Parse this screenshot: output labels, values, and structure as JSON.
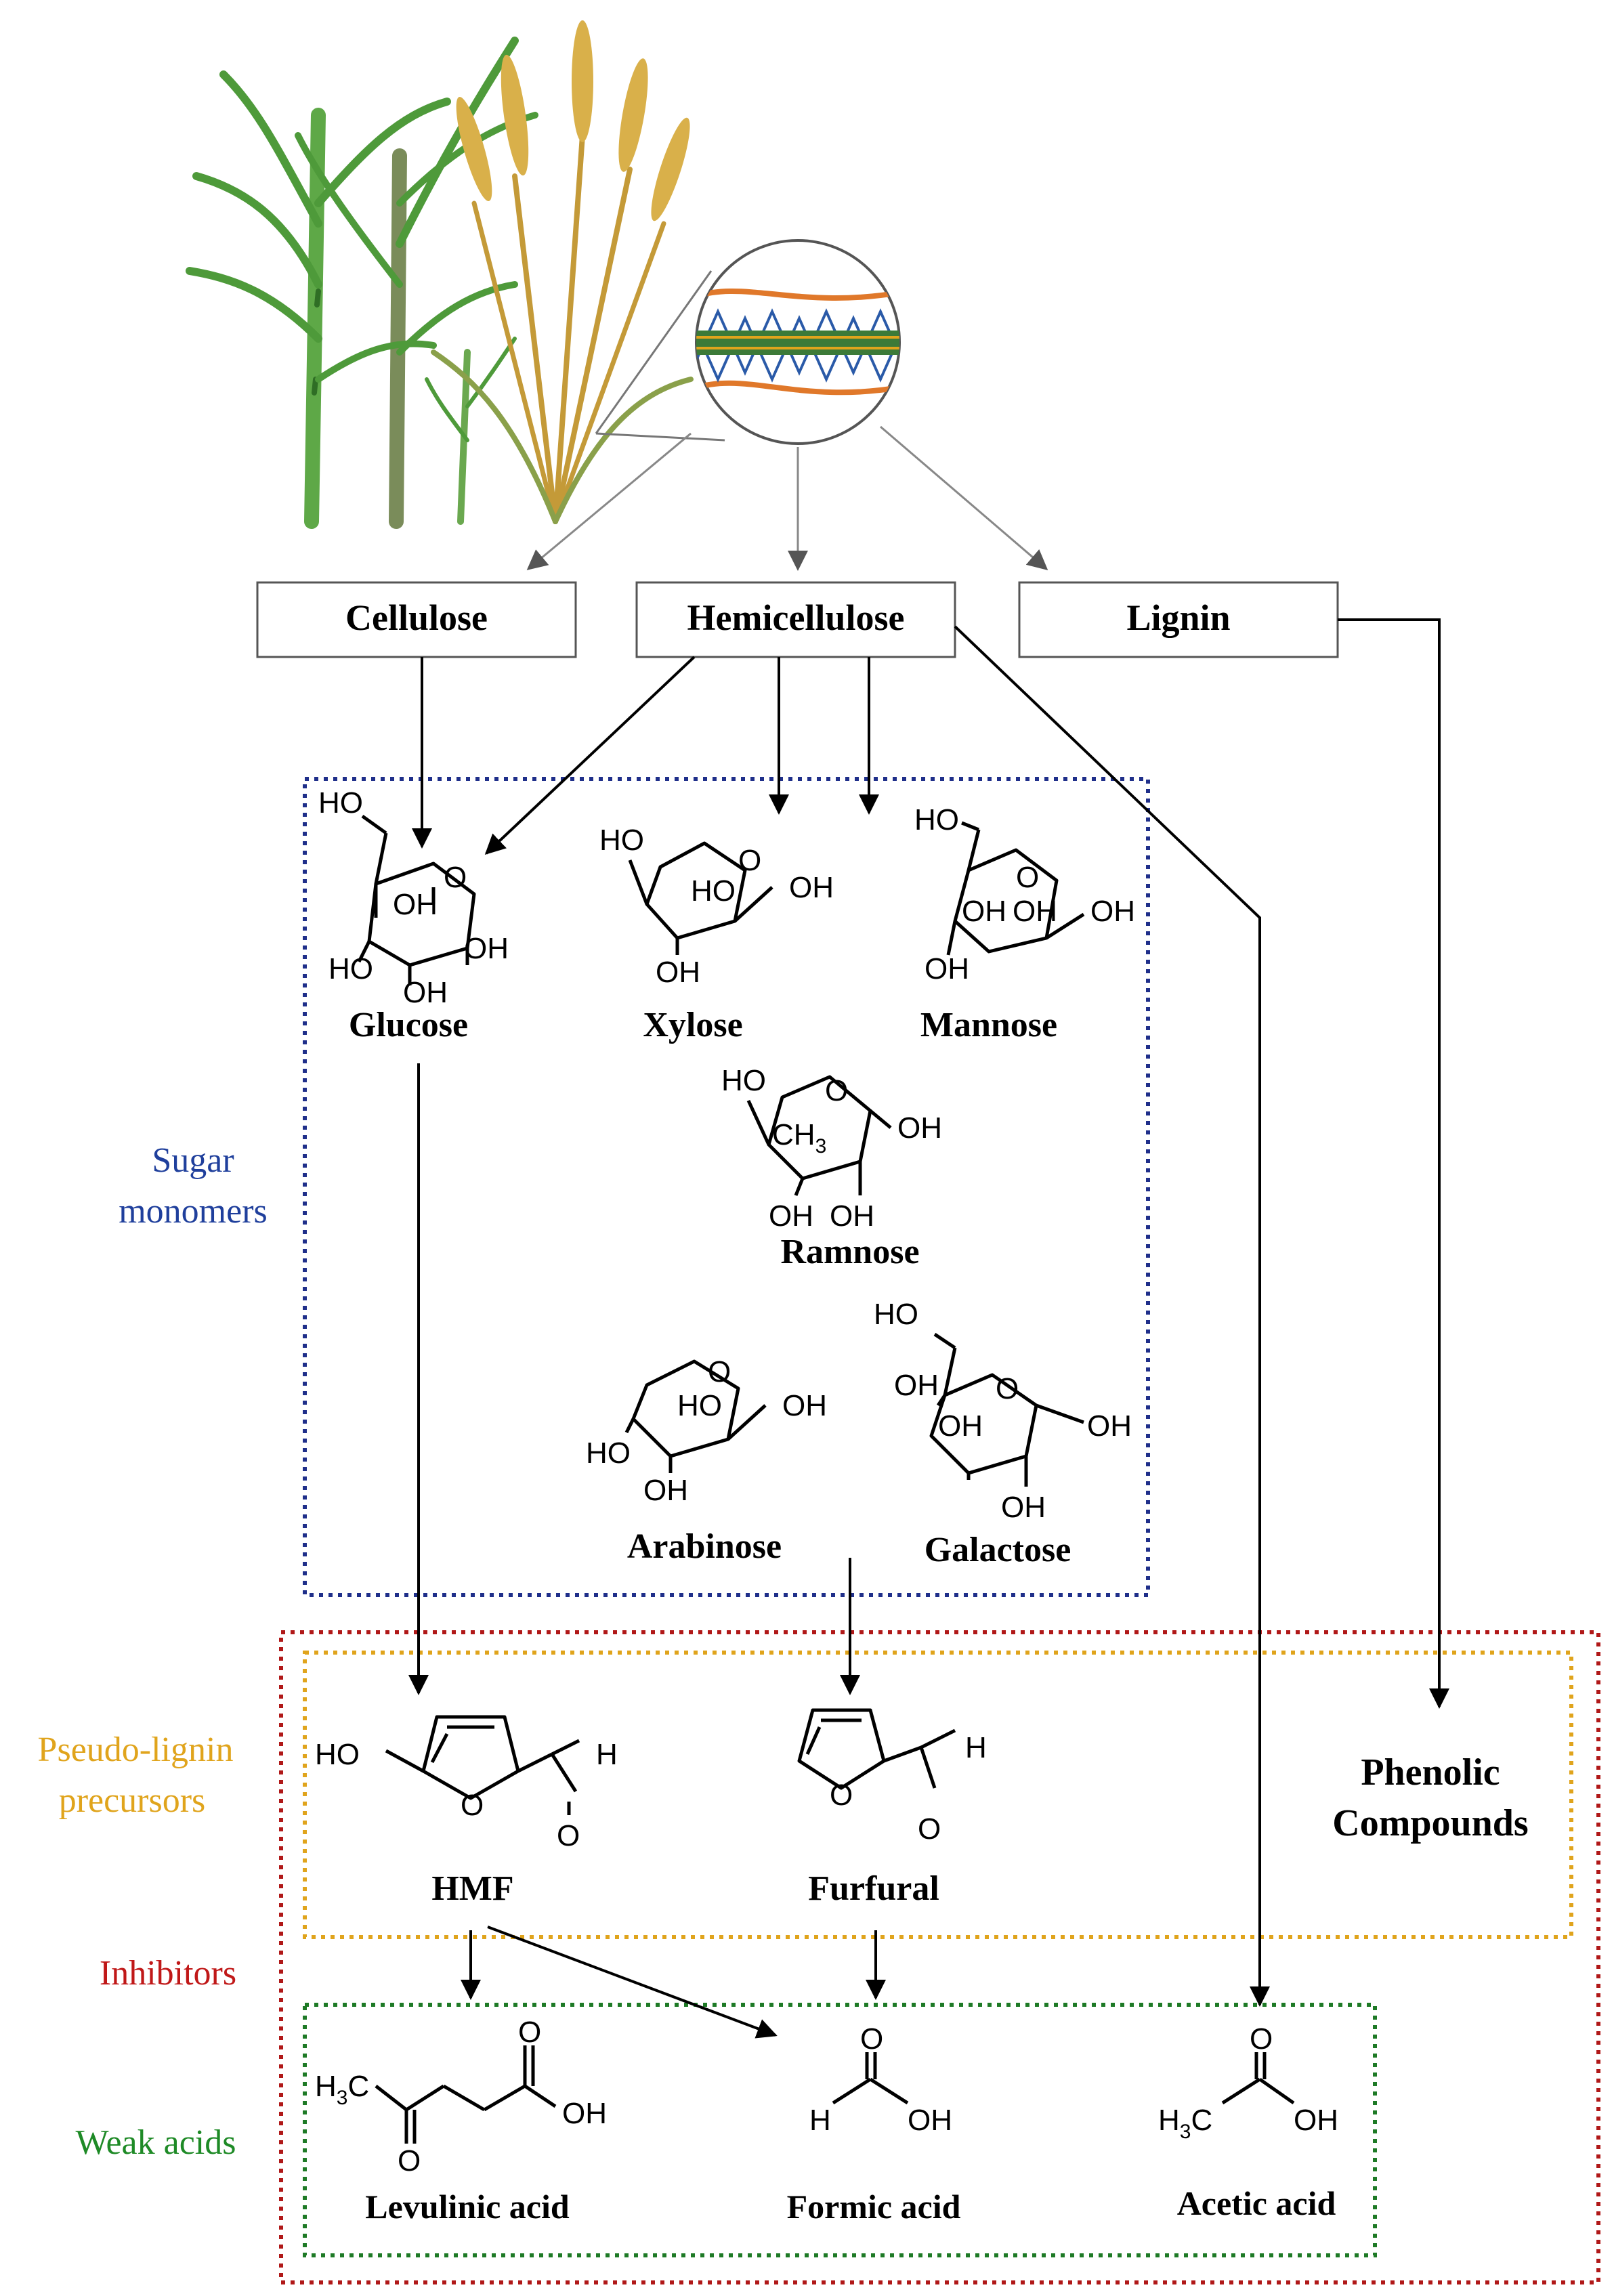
{
  "boxes": {
    "cellulose": "Cellulose",
    "hemicellulose": "Hemicellulose",
    "lignin": "Lignin"
  },
  "group_labels": {
    "sugar_line1": "Sugar",
    "sugar_line2": "monomers",
    "pseudo_line1": "Pseudo-lignin",
    "pseudo_line2": "precursors",
    "inhibitors": "Inhibitors",
    "weak_acids": "Weak acids"
  },
  "sugars": {
    "glucose": "Glucose",
    "xylose": "Xylose",
    "mannose": "Mannose",
    "ramnose": "Ramnose",
    "arabinose": "Arabinose",
    "galactose": "Galactose"
  },
  "products": {
    "hmf": "HMF",
    "furfural": "Furfural",
    "phenolic_line1": "Phenolic",
    "phenolic_line2": "Compounds"
  },
  "acids": {
    "levulinic": "Levulinic  acid",
    "formic": "Formic acid",
    "acetic": "Acetic  acid"
  },
  "chem": {
    "ho": "HO",
    "oh": "OH",
    "o": "O",
    "h": "H",
    "ch": "CH",
    "c": "C",
    "sub3": "3"
  },
  "colors": {
    "sugar_border": "#1f2f8a",
    "inhibitor_border": "#b01818",
    "pseudo_border": "#e0a41c",
    "weak_border": "#1e7a26",
    "sugar_text": "#1f3f9c",
    "pseudo_text": "#e0a41c",
    "inhibitor_text": "#c01818",
    "weak_text": "#1e8a26",
    "plant_green": "#4e9a3a",
    "wheat_gold": "#d9b04a",
    "fiber_orange": "#e0782a",
    "fiber_blue": "#2a5aa8"
  }
}
